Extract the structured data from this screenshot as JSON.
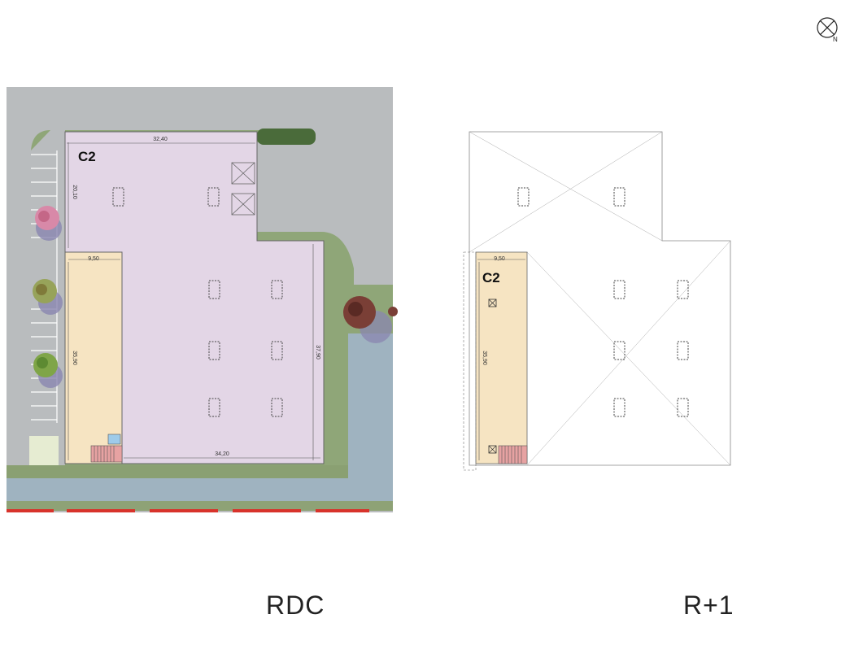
{
  "compass": {
    "label": "N",
    "icon": "north-arrow-icon"
  },
  "rdc": {
    "title": "RDC",
    "unit_label": "C2",
    "dim_top": "32,40",
    "dim_left_upper": "20,10",
    "dim_office_width": "9,50",
    "dim_office_height": "35,90",
    "dim_right": "37,90",
    "dim_bottom": "34,20"
  },
  "r1": {
    "title": "R+1",
    "unit_label": "C2",
    "dim_office_width": "9,50",
    "dim_office_height": "35,90"
  },
  "colors": {
    "warehouse_fill": "#e3d6e6",
    "office_fill": "#f6e4c2",
    "road": "#b9bcbe",
    "grass": "#8fa678",
    "water_lane": "#9fb3c0",
    "red_marking": "#d8332b"
  }
}
